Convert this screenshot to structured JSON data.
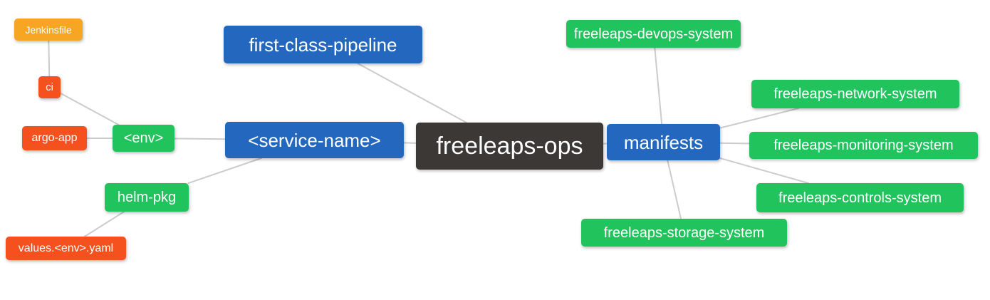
{
  "diagram": {
    "type": "mindmap",
    "background_color": "#ffffff",
    "connector_color": "#cccccc",
    "text_color": "#ffffff",
    "palette": {
      "root": "#3b3836",
      "level2_blue": "#2368be",
      "level3_green": "#21c35c",
      "level4_red": "#f4511e",
      "level5_orange": "#f6a623"
    },
    "nodes": {
      "root": {
        "label": "freeleaps-ops",
        "color": "#3b3836"
      },
      "first_class_pipeline": {
        "label": "first-class-pipeline",
        "color": "#2368be"
      },
      "service_name": {
        "label": "<service-name>",
        "color": "#2368be"
      },
      "manifests": {
        "label": "manifests",
        "color": "#2368be"
      },
      "env": {
        "label": "<env>",
        "color": "#21c35c"
      },
      "helm_pkg": {
        "label": "helm-pkg",
        "color": "#21c35c"
      },
      "argo_app": {
        "label": "argo-app",
        "color": "#f4511e"
      },
      "ci": {
        "label": "ci",
        "color": "#f4511e"
      },
      "jenkinsfile": {
        "label": "Jenkinsfile",
        "color": "#f6a623"
      },
      "values_env_yaml": {
        "label": "values.<env>.yaml",
        "color": "#f4511e"
      },
      "devops_system": {
        "label": "freeleaps-devops-system",
        "color": "#21c35c"
      },
      "network_system": {
        "label": "freeleaps-network-system",
        "color": "#21c35c"
      },
      "monitoring_system": {
        "label": "freeleaps-monitoring-system",
        "color": "#21c35c"
      },
      "controls_system": {
        "label": "freeleaps-controls-system",
        "color": "#21c35c"
      },
      "storage_system": {
        "label": "freeleaps-storage-system",
        "color": "#21c35c"
      }
    },
    "edges": [
      [
        "jenkinsfile",
        "ci"
      ],
      [
        "ci",
        "env"
      ],
      [
        "argo_app",
        "env"
      ],
      [
        "env",
        "service_name"
      ],
      [
        "helm_pkg",
        "service_name"
      ],
      [
        "values_env_yaml",
        "helm_pkg"
      ],
      [
        "first_class_pipeline",
        "root"
      ],
      [
        "service_name",
        "root"
      ],
      [
        "root",
        "manifests"
      ],
      [
        "manifests",
        "devops_system"
      ],
      [
        "manifests",
        "network_system"
      ],
      [
        "manifests",
        "monitoring_system"
      ],
      [
        "manifests",
        "controls_system"
      ],
      [
        "manifests",
        "storage_system"
      ]
    ]
  }
}
